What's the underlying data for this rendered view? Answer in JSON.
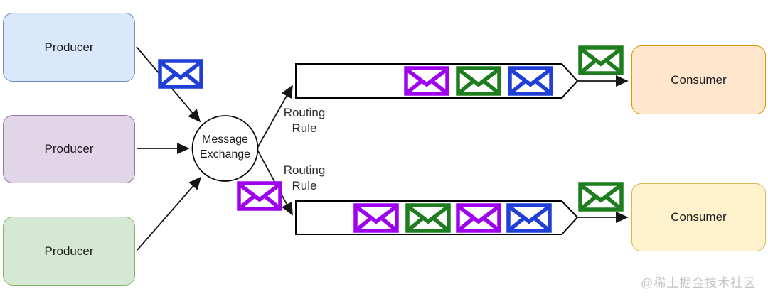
{
  "diagram": {
    "producers": [
      {
        "label": "Producer",
        "fill": "#dae8fc",
        "border": "#6c8ebf"
      },
      {
        "label": "Producer",
        "fill": "#e1d5e7",
        "border": "#9673a6"
      },
      {
        "label": "Producer",
        "fill": "#d5e8d4",
        "border": "#82b366"
      }
    ],
    "exchange": {
      "label": "Message Exchange"
    },
    "routing_rules": [
      {
        "label": "Routing Rule"
      },
      {
        "label": "Routing Rule"
      }
    ],
    "consumers": [
      {
        "label": "Consumer",
        "fill": "#ffe6cc",
        "border": "#d79b00"
      },
      {
        "label": "Consumer",
        "fill": "#fff2cc",
        "border": "#d6b656"
      }
    ],
    "queues": [
      {
        "messages": [
          "purple",
          "green",
          "blue"
        ],
        "outgoing_message": "green"
      },
      {
        "messages": [
          "purple",
          "green",
          "purple",
          "blue"
        ],
        "outgoing_message": "green"
      }
    ],
    "in_flight_messages": [
      {
        "color": "blue",
        "path": "producer-1-to-exchange"
      },
      {
        "color": "purple",
        "path": "exchange-to-queue-2"
      }
    ]
  },
  "message_colors": {
    "purple": "#9e00f0",
    "green": "#1e7d1e",
    "blue": "#1f3fd6"
  },
  "line_color": "#161616",
  "watermark": {
    "text": "@稀土掘金技术社区"
  }
}
